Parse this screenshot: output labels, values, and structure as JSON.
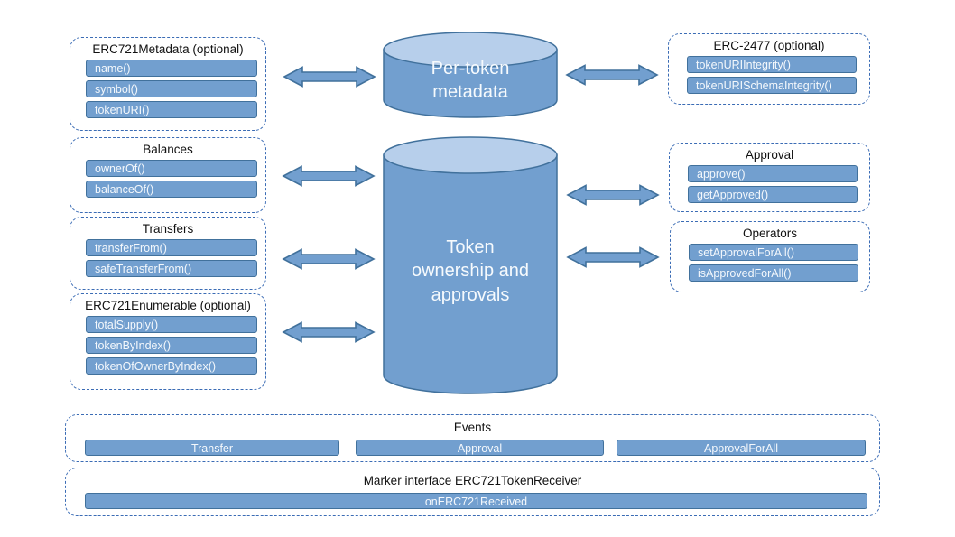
{
  "colors": {
    "bar_fill": "#729fcf",
    "bar_border": "#41719c",
    "cylinder_body": "#729fcf",
    "cylinder_top": "#b7cfeb",
    "dashed_border": "#3b6cb5",
    "bar_text": "#f4f8fc",
    "title_text": "#111111"
  },
  "interfaces": {
    "metadata": {
      "title": "ERC721Metadata (optional)",
      "methods": [
        "name()",
        "symbol()",
        "tokenURI()"
      ]
    },
    "balances": {
      "title": "Balances",
      "methods": [
        "ownerOf()",
        "balanceOf()"
      ]
    },
    "transfers": {
      "title": "Transfers",
      "methods": [
        "transferFrom()",
        "safeTransferFrom()"
      ]
    },
    "enumerable": {
      "title": "ERC721Enumerable (optional)",
      "methods": [
        "totalSupply()",
        "tokenByIndex()",
        "tokenOfOwnerByIndex()"
      ]
    },
    "erc2477": {
      "title": "ERC-2477 (optional)",
      "methods": [
        "tokenURIIntegrity()",
        "tokenURISchemaIntegrity()"
      ]
    },
    "approval": {
      "title": "Approval",
      "methods": [
        "approve()",
        "getApproved()"
      ]
    },
    "operators": {
      "title": "Operators",
      "methods": [
        "setApprovalForAll()",
        "isApprovedForAll()"
      ]
    }
  },
  "stores": {
    "metadata_store": {
      "label": "Per-token\nmetadata"
    },
    "ownership_store": {
      "label": "Token\nownership and\napprovals"
    }
  },
  "events": {
    "title": "Events",
    "items": [
      "Transfer",
      "Approval",
      "ApprovalForAll"
    ]
  },
  "marker": {
    "title": "Marker interface ERC721TokenReceiver",
    "method": "onERC721Received"
  }
}
